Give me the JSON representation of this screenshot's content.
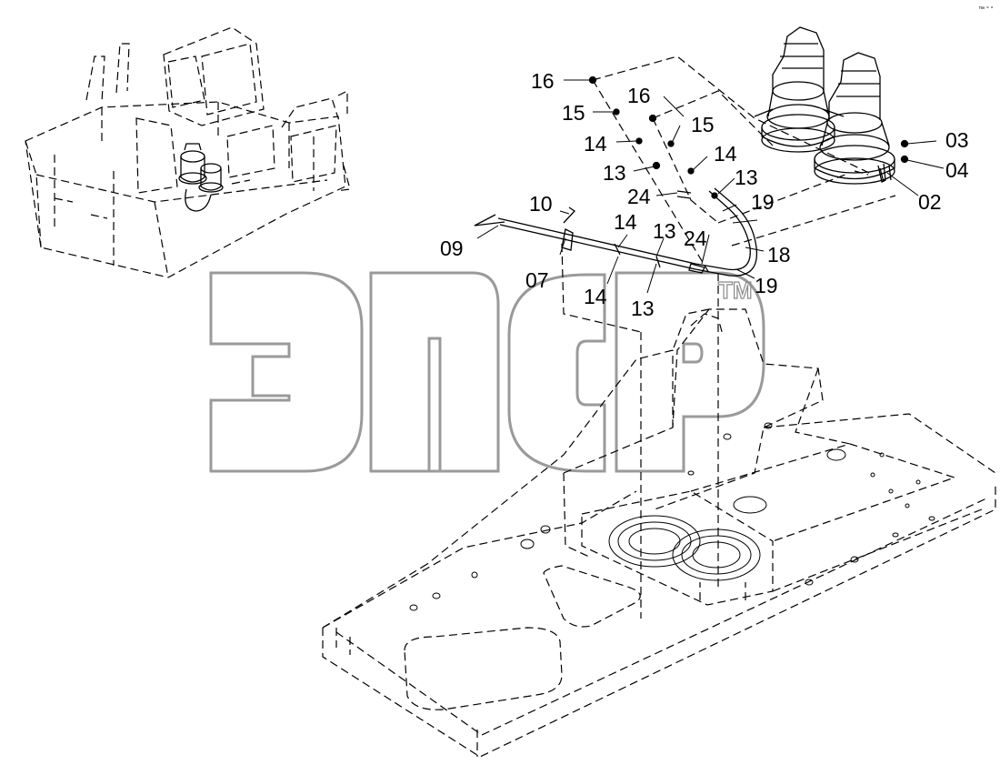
{
  "diagram": {
    "corner_text": "™ ° °",
    "watermark": {
      "text": "эпср",
      "trademark": "TM"
    },
    "callouts": [
      "16",
      "15",
      "14",
      "13",
      "16",
      "15",
      "14",
      "13",
      "24",
      "19",
      "10",
      "14",
      "09",
      "13",
      "24",
      "18",
      "07",
      "14",
      "13",
      "19",
      "03",
      "04",
      "02"
    ]
  }
}
